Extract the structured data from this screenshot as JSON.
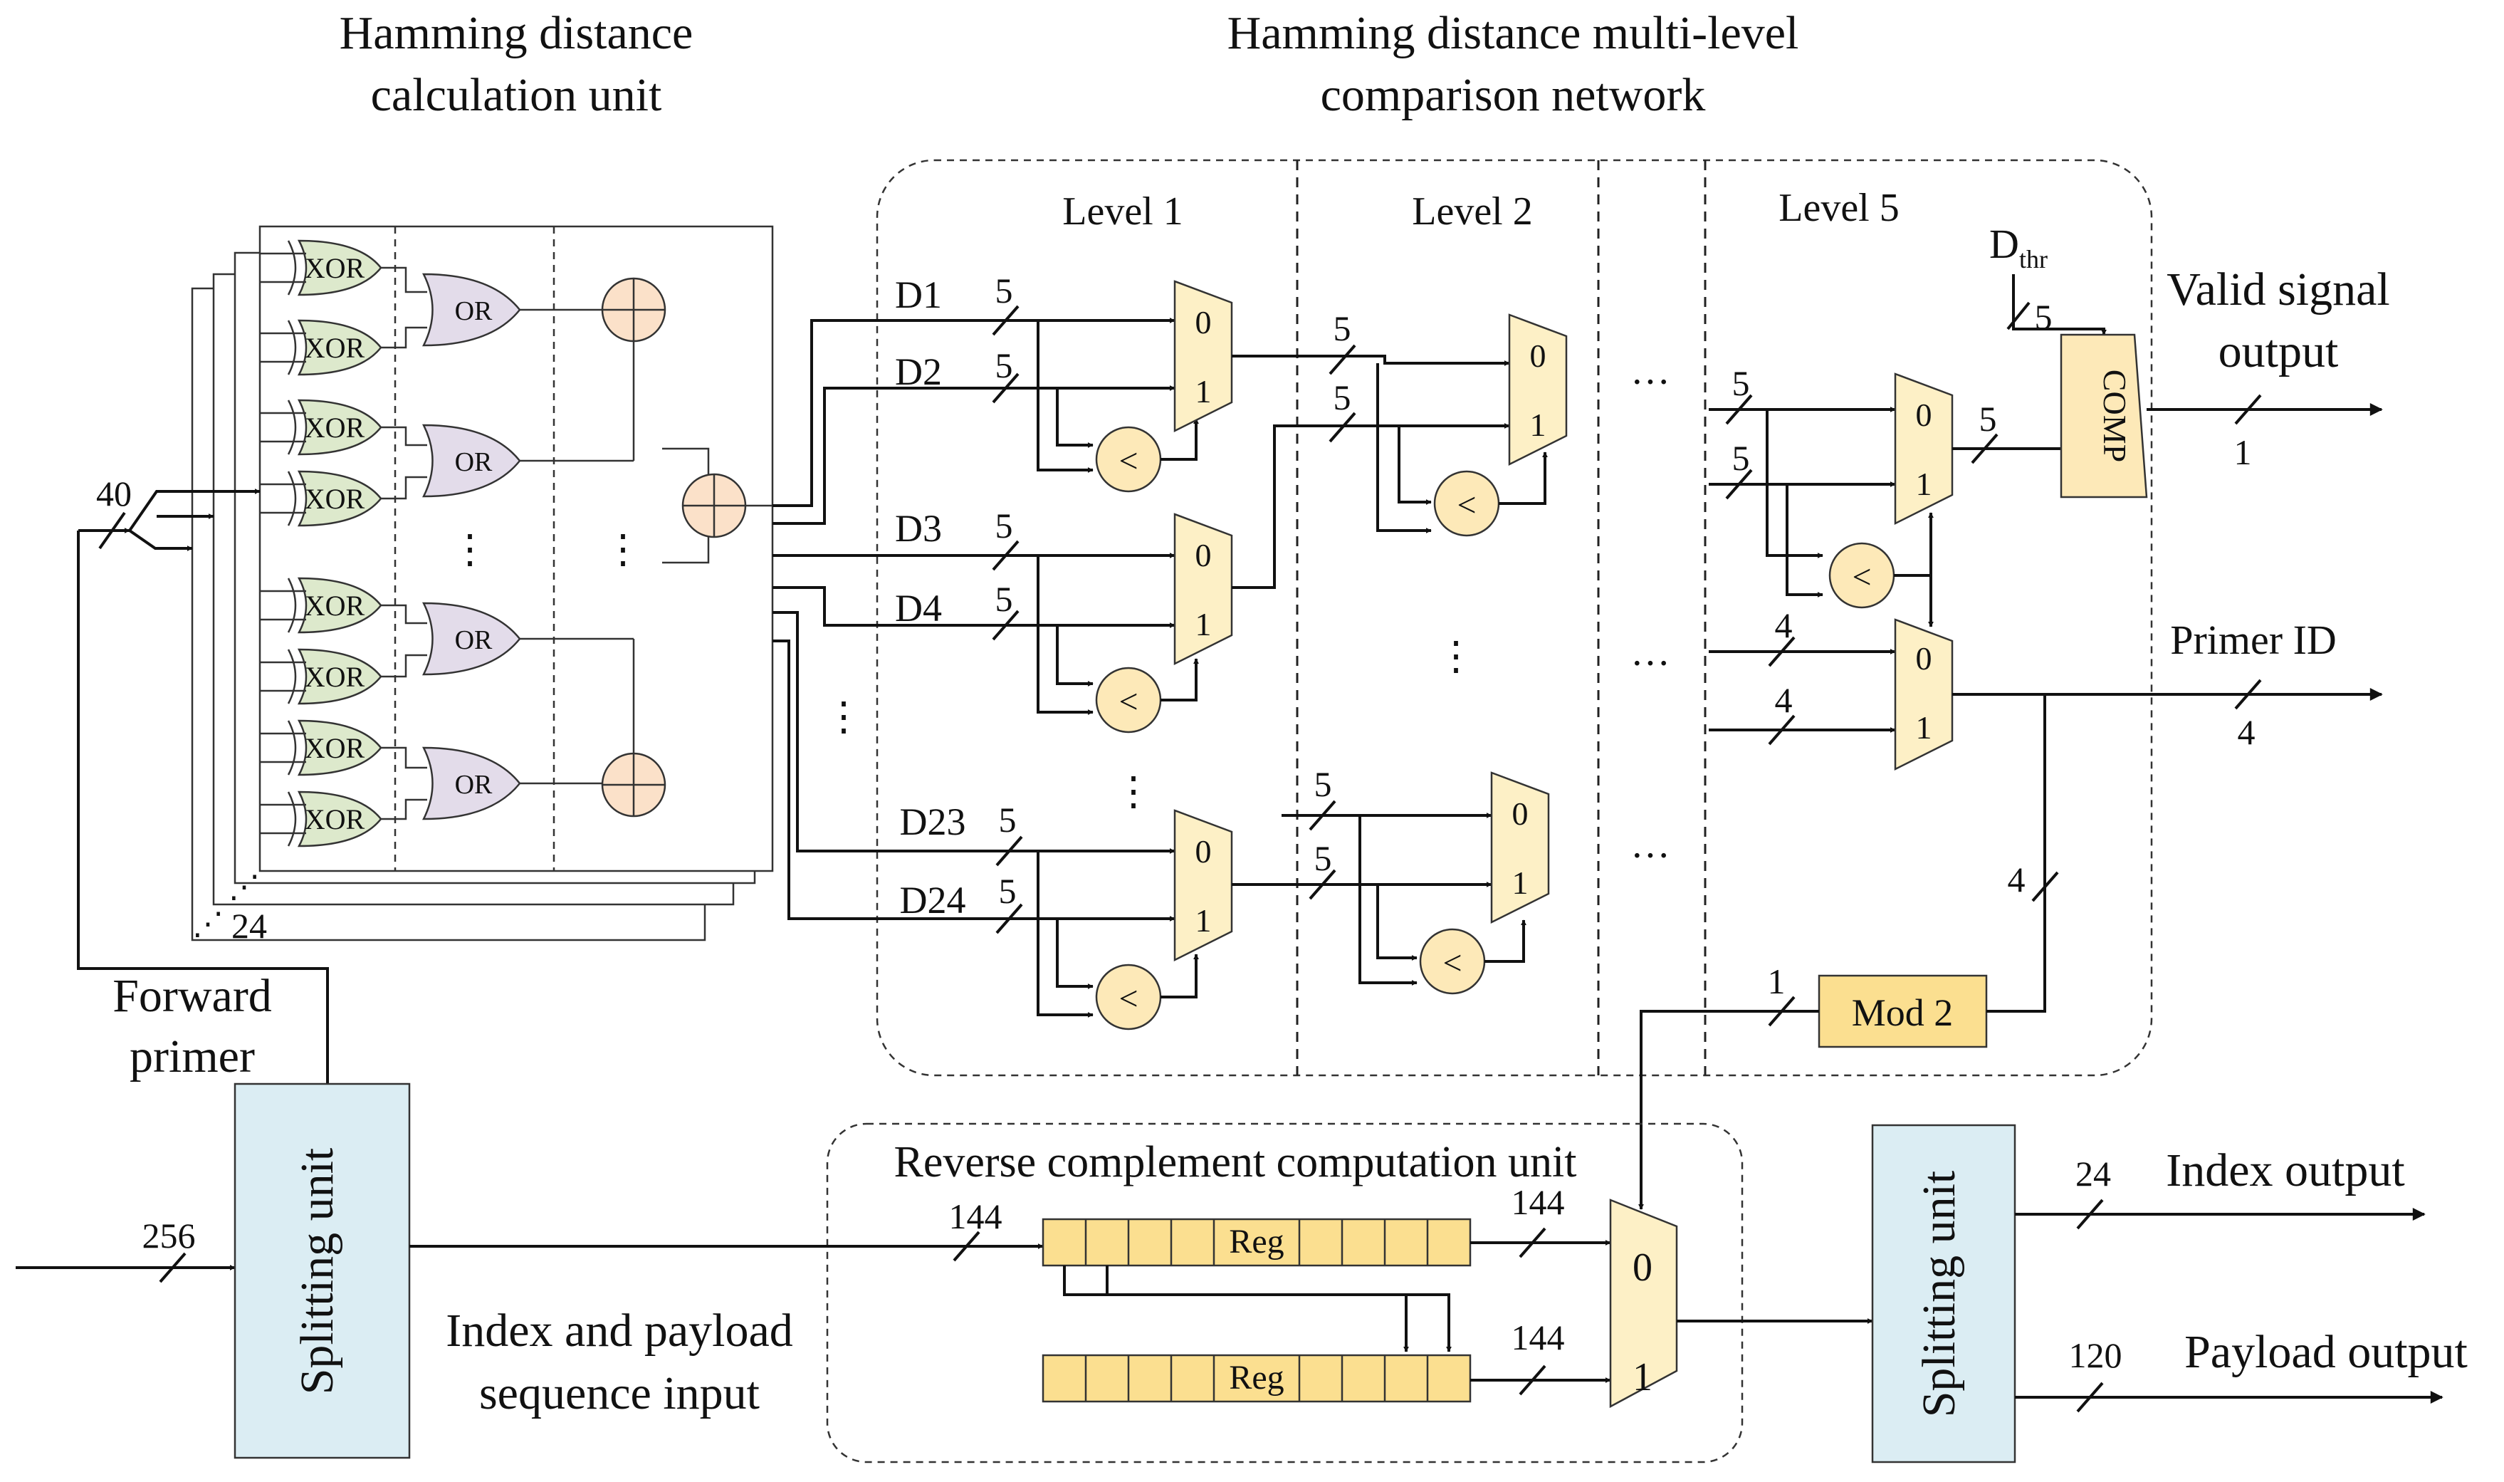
{
  "titles": {
    "hamming_unit_line1": "Hamming distance",
    "hamming_unit_line2": "calculation unit",
    "network_line1": "Hamming distance multi-level",
    "network_line2": "comparison network"
  },
  "levels": {
    "level1": "Level 1",
    "level2": "Level 2",
    "level5": "Level 5"
  },
  "distances": {
    "d1": "D1",
    "d2": "D2",
    "d3": "D3",
    "d4": "D4",
    "d23": "D23",
    "d24": "D24"
  },
  "gates": {
    "xor": "XOR",
    "or": "OR",
    "less_than": "<",
    "comp": "COMP",
    "mod2": "Mod 2",
    "reg": "Reg"
  },
  "mux_inputs": {
    "zero": "0",
    "one": "1"
  },
  "dthr": {
    "main": "D",
    "sub": "thr"
  },
  "widths": {
    "five": "5",
    "four": "4",
    "one": "1",
    "forty": "40",
    "twenty_four": "24",
    "two_fifty_six": "256",
    "one_forty_four": "144",
    "one_twenty": "120"
  },
  "stack_count": "24",
  "ellipsis_horizontal": "···",
  "ellipsis_vertical": "⋮",
  "ellipsis_diagonal": "⋰",
  "outputs": {
    "valid_line1": "Valid signal",
    "valid_line2": "output",
    "primer_id": "Primer ID",
    "index_output": "Index output",
    "payload_output": "Payload output"
  },
  "inputs": {
    "forward_primer_line1": "Forward",
    "forward_primer_line2": "primer",
    "index_payload_line1": "Index and payload",
    "index_payload_line2": "sequence input"
  },
  "units": {
    "splitting": "Splitting unit",
    "reverse_complement": "Reverse complement computation unit"
  }
}
